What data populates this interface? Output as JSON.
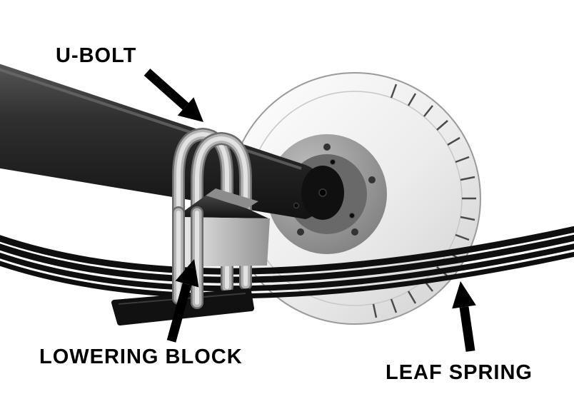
{
  "diagram": {
    "labels": {
      "u_bolt": "U-BOLT",
      "lowering_block": "LOWERING BLOCK",
      "leaf_spring": "LEAF SPRING"
    },
    "colors": {
      "background": "#ffffff",
      "label_text": "#000000",
      "arrow": "#000000",
      "axle": "#2f2f2f",
      "rotor": "#e6e6e6",
      "hub": "#8f8f8f",
      "u_bolt_metal": "#b4b4b4",
      "lowering_block": "#c6c6c6",
      "leaf_spring": "#0f0f0f",
      "mounting_plate": "#111111"
    }
  }
}
